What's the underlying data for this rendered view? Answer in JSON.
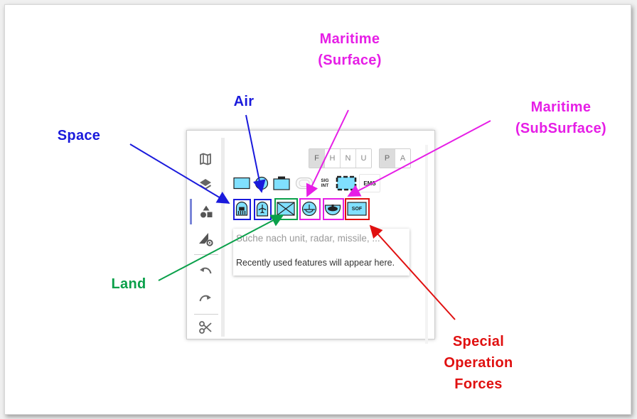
{
  "annotations": {
    "space": {
      "label": "Space",
      "color": "#1a1adc"
    },
    "air": {
      "label": "Air",
      "color": "#1a1adc"
    },
    "land": {
      "label": "Land",
      "color": "#0aa04a"
    },
    "maritime_surface": {
      "label": "Maritime\n(Surface)",
      "color": "#e61ee6"
    },
    "maritime_subsurface": {
      "label": "Maritime\n(SubSurface)",
      "color": "#e61ee6"
    },
    "sof": {
      "label": "Special\nOperation\nForces",
      "color": "#e01010"
    }
  },
  "toolbar": {
    "items": [
      {
        "icon": "map-icon"
      },
      {
        "icon": "layers-icon"
      },
      {
        "icon": "shapes-icon",
        "active": true
      },
      {
        "icon": "measure-settings-icon"
      },
      {
        "icon": "undo-icon"
      },
      {
        "icon": "redo-icon"
      },
      {
        "icon": "scissors-icon"
      }
    ]
  },
  "affiliation": {
    "buttons": [
      "F",
      "H",
      "N",
      "U"
    ],
    "selected": "F"
  },
  "status": {
    "buttons": [
      "P",
      "A"
    ],
    "selected": "P"
  },
  "symbol_rows": {
    "row1": [
      "unit-rect-icon",
      "circle-icon",
      "installation-icon",
      "activity-icon",
      "sigint-icon",
      "equipment-icon",
      "ems-icon"
    ],
    "sigint_label": "SIG\nINT",
    "ems_label": "EMS",
    "row2": [
      "space-icon",
      "air-icon",
      "land-icon",
      "sea-surface-icon",
      "subsurface-icon",
      "sof-icon"
    ],
    "sof_label": "SOF"
  },
  "search": {
    "placeholder": "Suche nach unit, radar, missile, ...",
    "empty_text": "Recently used features will appear here."
  },
  "colors": {
    "fill": "#80e0ff",
    "accent": "#7a86d8"
  }
}
